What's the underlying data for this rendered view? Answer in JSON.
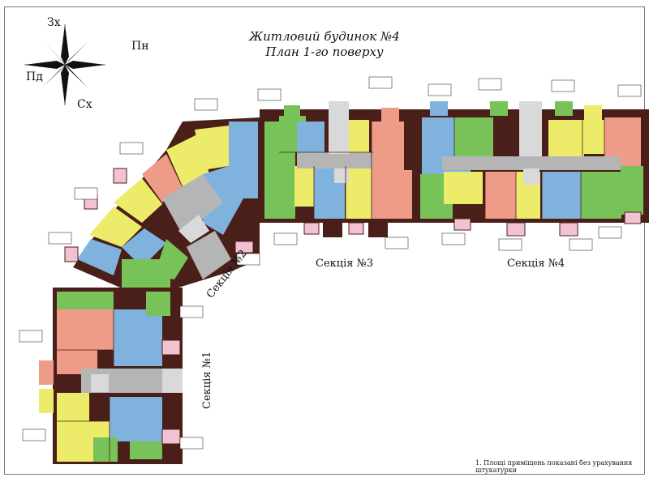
{
  "title": {
    "line1": "Житловий будинок №4",
    "line2": "План 1-го поверху"
  },
  "compass": {
    "north": "Пн",
    "south": "Пд",
    "west": "Зх",
    "east": "Сх"
  },
  "sections": {
    "s1": "Секція №1",
    "s2": "Секція №2",
    "s3": "Секція №3",
    "s4": "Секція №4"
  },
  "footnote": "1. Площі приміщень показані без урахування штукатурки",
  "colors": {
    "wall": "#4a1f1a",
    "corridor": "#b5b5b5",
    "apt_blue": "#7fb3de",
    "apt_yellow": "#ecec6a",
    "apt_green": "#78c25a",
    "apt_salmon": "#ee9b88",
    "apt_pink": "#f3c2d2",
    "stairs": "#d9d9d9"
  }
}
